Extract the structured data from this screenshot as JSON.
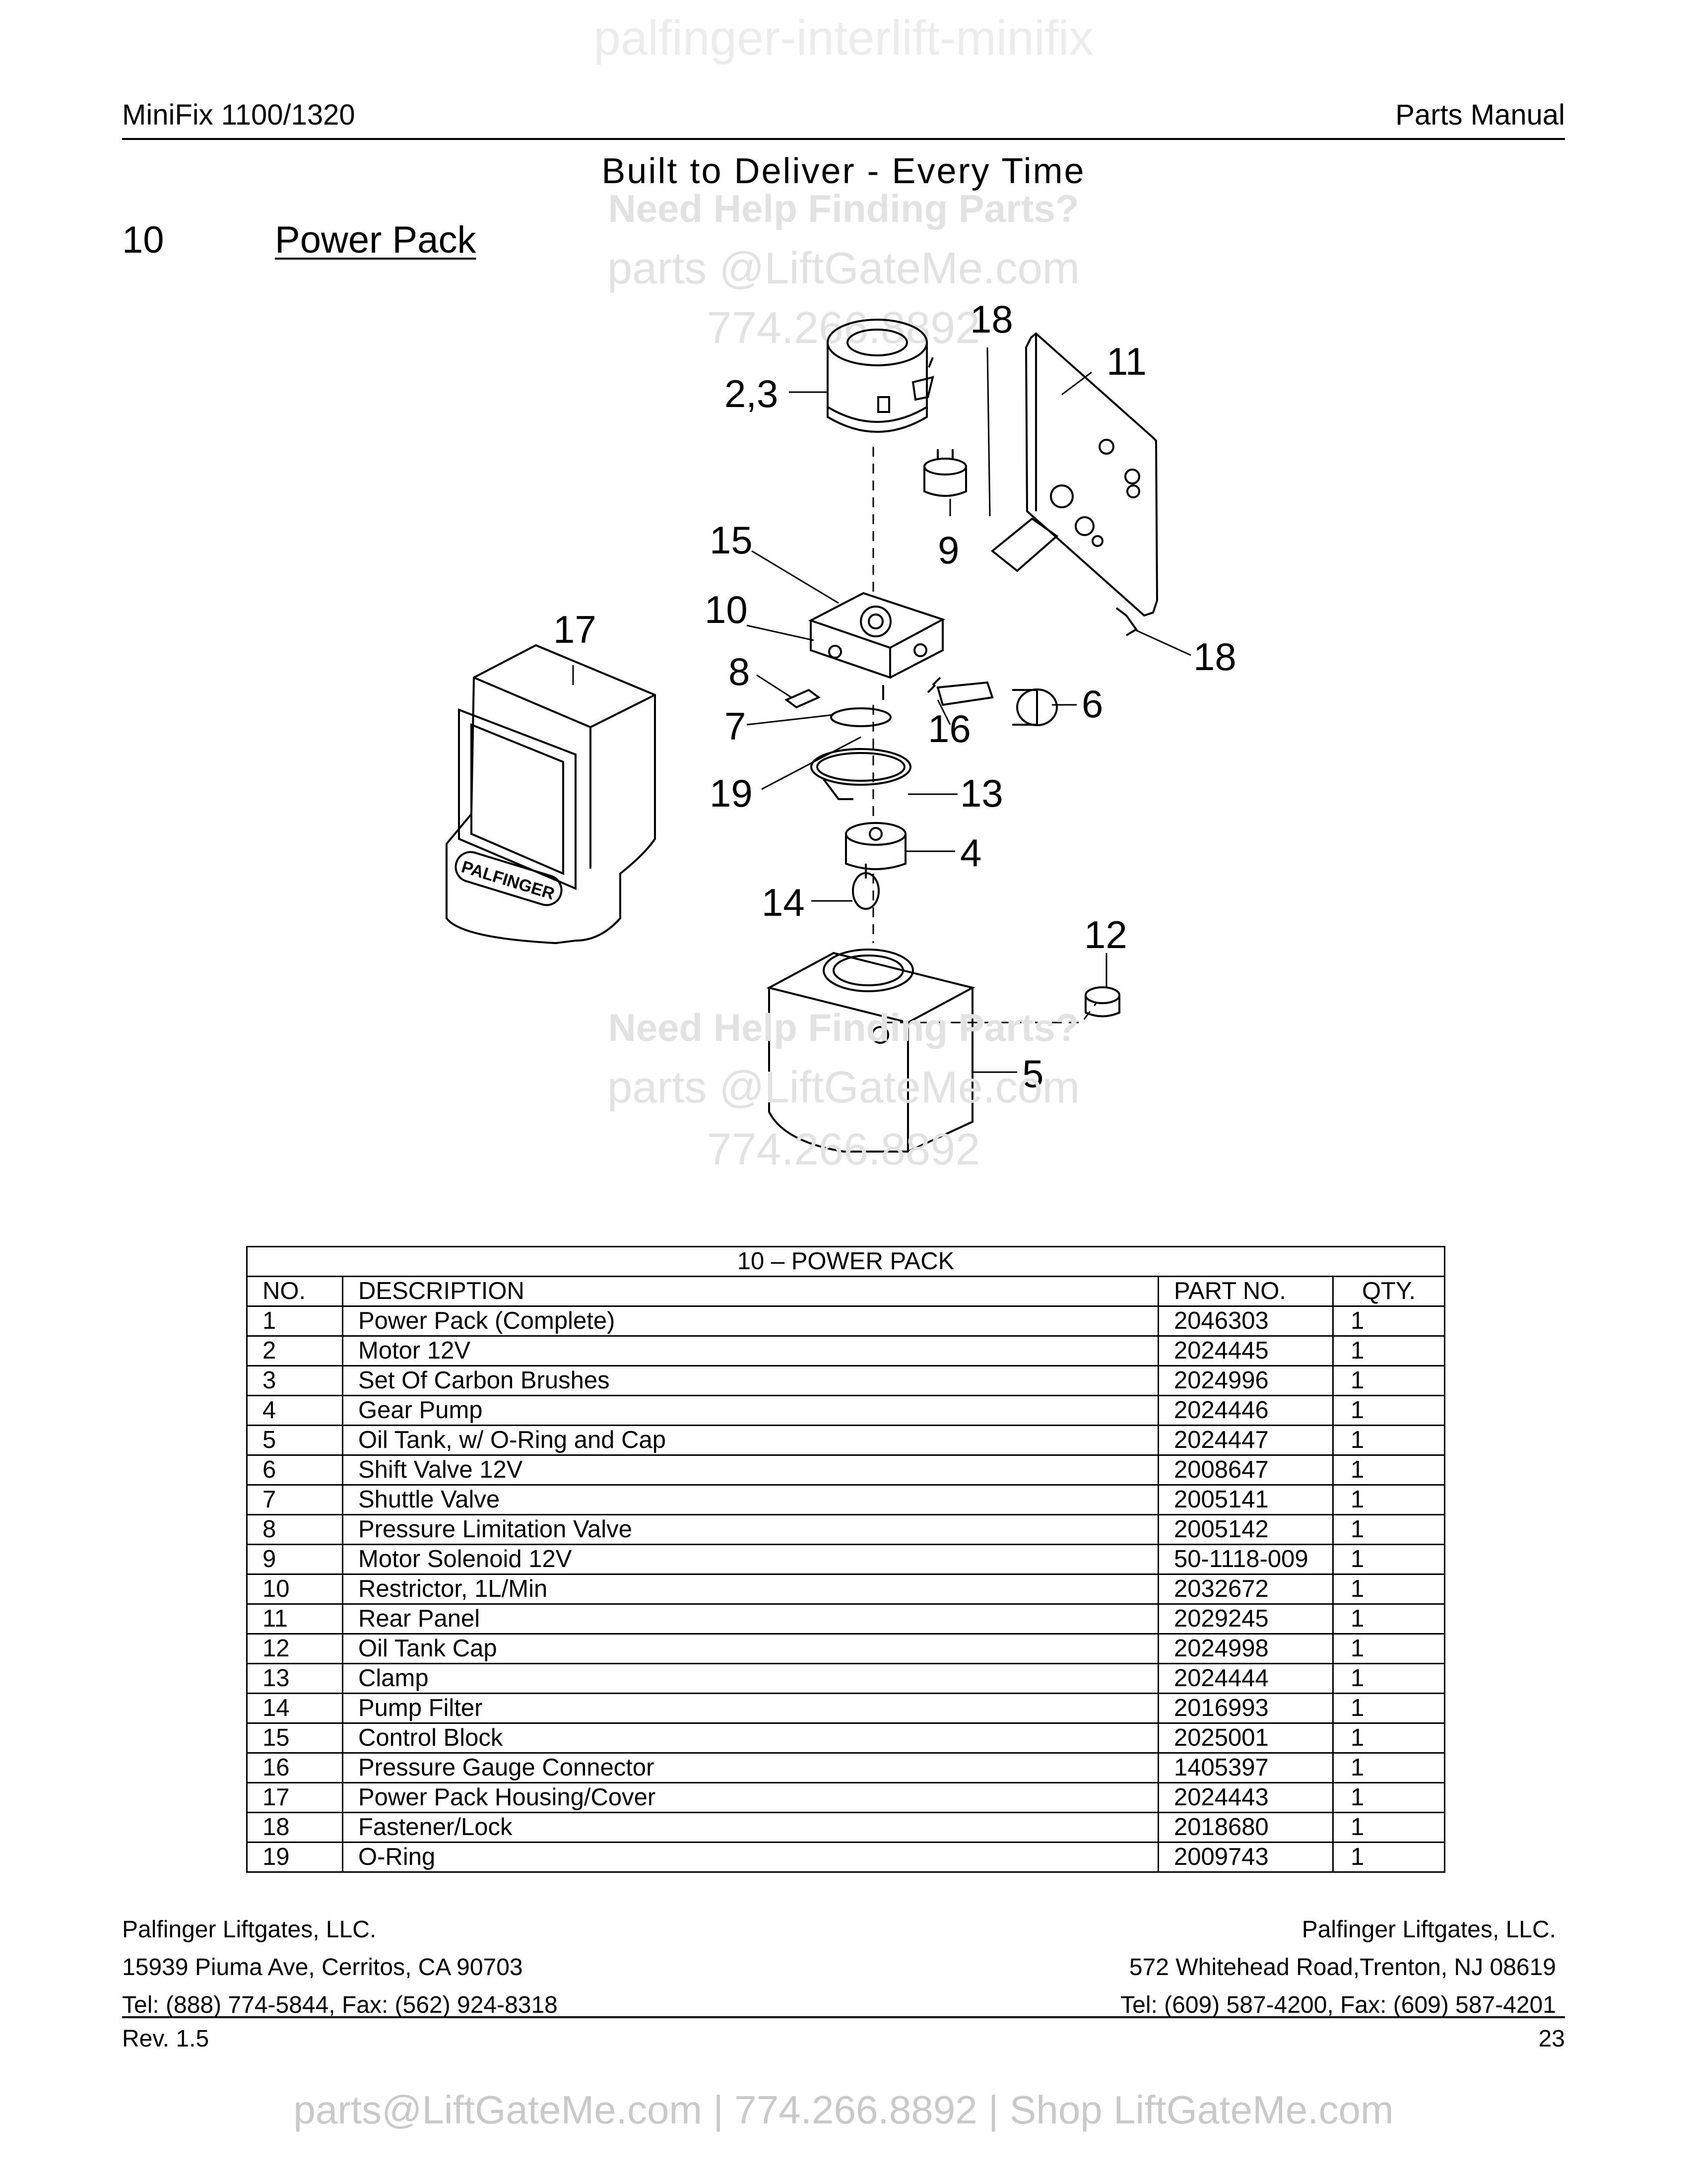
{
  "watermark_top": "palfinger-interlift-minifix",
  "header": {
    "left": "MiniFix 1100/1320",
    "right": "Parts Manual"
  },
  "tagline": "Built to Deliver - Every Time",
  "section": {
    "number": "10",
    "title": "Power Pack"
  },
  "watermarks": {
    "help": "Need Help Finding Parts?",
    "email": "parts @LiftGateMe.com",
    "phone": "774.266.8892"
  },
  "diagram": {
    "callouts": [
      "18",
      "11",
      "2,3",
      "15",
      "9",
      "10",
      "17",
      "18",
      "8",
      "6",
      "7",
      "16",
      "19",
      "13",
      "4",
      "14",
      "12",
      "5"
    ],
    "logo_text": "PALFINGER"
  },
  "table": {
    "title": "10 – POWER PACK",
    "columns": [
      "NO.",
      "DESCRIPTION",
      "PART NO.",
      "QTY."
    ],
    "rows": [
      [
        "1",
        "Power Pack (Complete)",
        "2046303",
        "1"
      ],
      [
        "2",
        "Motor 12V",
        "2024445",
        "1"
      ],
      [
        "3",
        "Set Of Carbon Brushes",
        "2024996",
        "1"
      ],
      [
        "4",
        "Gear Pump",
        "2024446",
        "1"
      ],
      [
        "5",
        "Oil Tank, w/ O-Ring and Cap",
        "2024447",
        "1"
      ],
      [
        "6",
        "Shift Valve 12V",
        "2008647",
        "1"
      ],
      [
        "7",
        "Shuttle Valve",
        "2005141",
        "1"
      ],
      [
        "8",
        "Pressure Limitation Valve",
        "2005142",
        "1"
      ],
      [
        "9",
        "Motor Solenoid 12V",
        "50-1118-009",
        "1"
      ],
      [
        "10",
        "Restrictor, 1L/Min",
        "2032672",
        "1"
      ],
      [
        "11",
        "Rear Panel",
        "2029245",
        "1"
      ],
      [
        "12",
        "Oil Tank Cap",
        "2024998",
        "1"
      ],
      [
        "13",
        "Clamp",
        "2024444",
        "1"
      ],
      [
        "14",
        "Pump Filter",
        "2016993",
        "1"
      ],
      [
        "15",
        "Control Block",
        "2025001",
        "1"
      ],
      [
        "16",
        "Pressure Gauge Connector",
        "1405397",
        "1"
      ],
      [
        "17",
        "Power Pack Housing/Cover",
        "2024443",
        "1"
      ],
      [
        "18",
        "Fastener/Lock",
        "2018680",
        "1"
      ],
      [
        "19",
        "O-Ring",
        "2009743",
        "1"
      ]
    ]
  },
  "footer": {
    "left": [
      "Palfinger Liftgates, LLC.",
      "15939 Piuma Ave, Cerritos, CA 90703",
      "Tel: (888) 774-5844, Fax: (562) 924-8318"
    ],
    "right": [
      "Palfinger Liftgates, LLC.",
      "572 Whitehead Road,Trenton, NJ 08619",
      "Tel: (609) 587-4200, Fax: (609) 587-4201"
    ],
    "rev": "Rev. 1.5",
    "page": "23"
  },
  "bottom_watermark": "parts@LiftGateMe.com | 774.266.8892 | Shop LiftGateMe.com"
}
